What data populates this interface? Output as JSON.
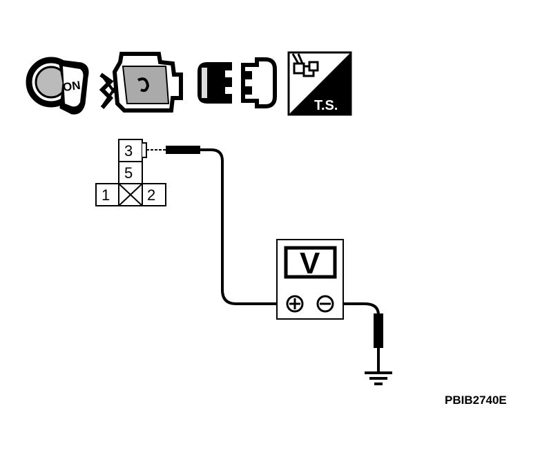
{
  "icons": [
    {
      "name": "ignition-key-on-icon",
      "label": "ON"
    },
    {
      "name": "engine-icon",
      "label": ""
    },
    {
      "name": "connector-disconnected-icon",
      "label": ""
    },
    {
      "name": "ts-harness-icon",
      "label": "T.S."
    }
  ],
  "connector": {
    "terminals": [
      "3",
      "5",
      "1",
      "2"
    ]
  },
  "meter": {
    "label": "V",
    "positive_symbol": "⊕",
    "negative_symbol": "⊖"
  },
  "figure_code": "PBIB2740E"
}
